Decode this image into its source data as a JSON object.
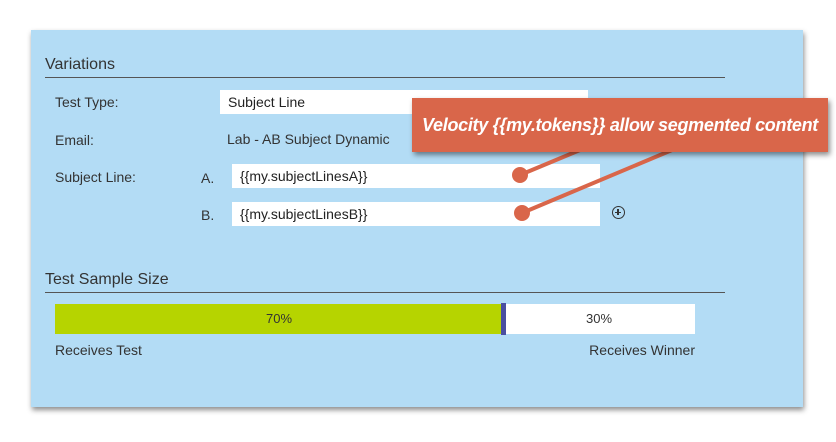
{
  "variations": {
    "title": "Variations",
    "test_type_label": "Test Type:",
    "test_type_value": "Subject Line",
    "email_label": "Email:",
    "email_value": "Lab - AB Subject Dynamic",
    "subject_line_label": "Subject Line:",
    "subject_lines": [
      {
        "letter": "A.",
        "value": "{{my.subjectLinesA}}"
      },
      {
        "letter": "B.",
        "value": "{{my.subjectLinesB}}"
      }
    ],
    "add_icon": "circle-plus-icon"
  },
  "sample_size": {
    "title": "Test Sample Size",
    "test_percent": 70,
    "winner_percent": 30,
    "test_label_value": "70%",
    "winner_label_value": "30%",
    "receives_test_label": "Receives Test",
    "receives_winner_label": "Receives Winner"
  },
  "callout": {
    "text": "Velocity {{my.tokens}} allow segmented content"
  },
  "colors": {
    "panel_bg": "#b3dcf5",
    "test_bar": "#b6d400",
    "winner_bar": "#ffffff",
    "handle": "#4a4fa0",
    "callout_bg": "#d9664a"
  }
}
